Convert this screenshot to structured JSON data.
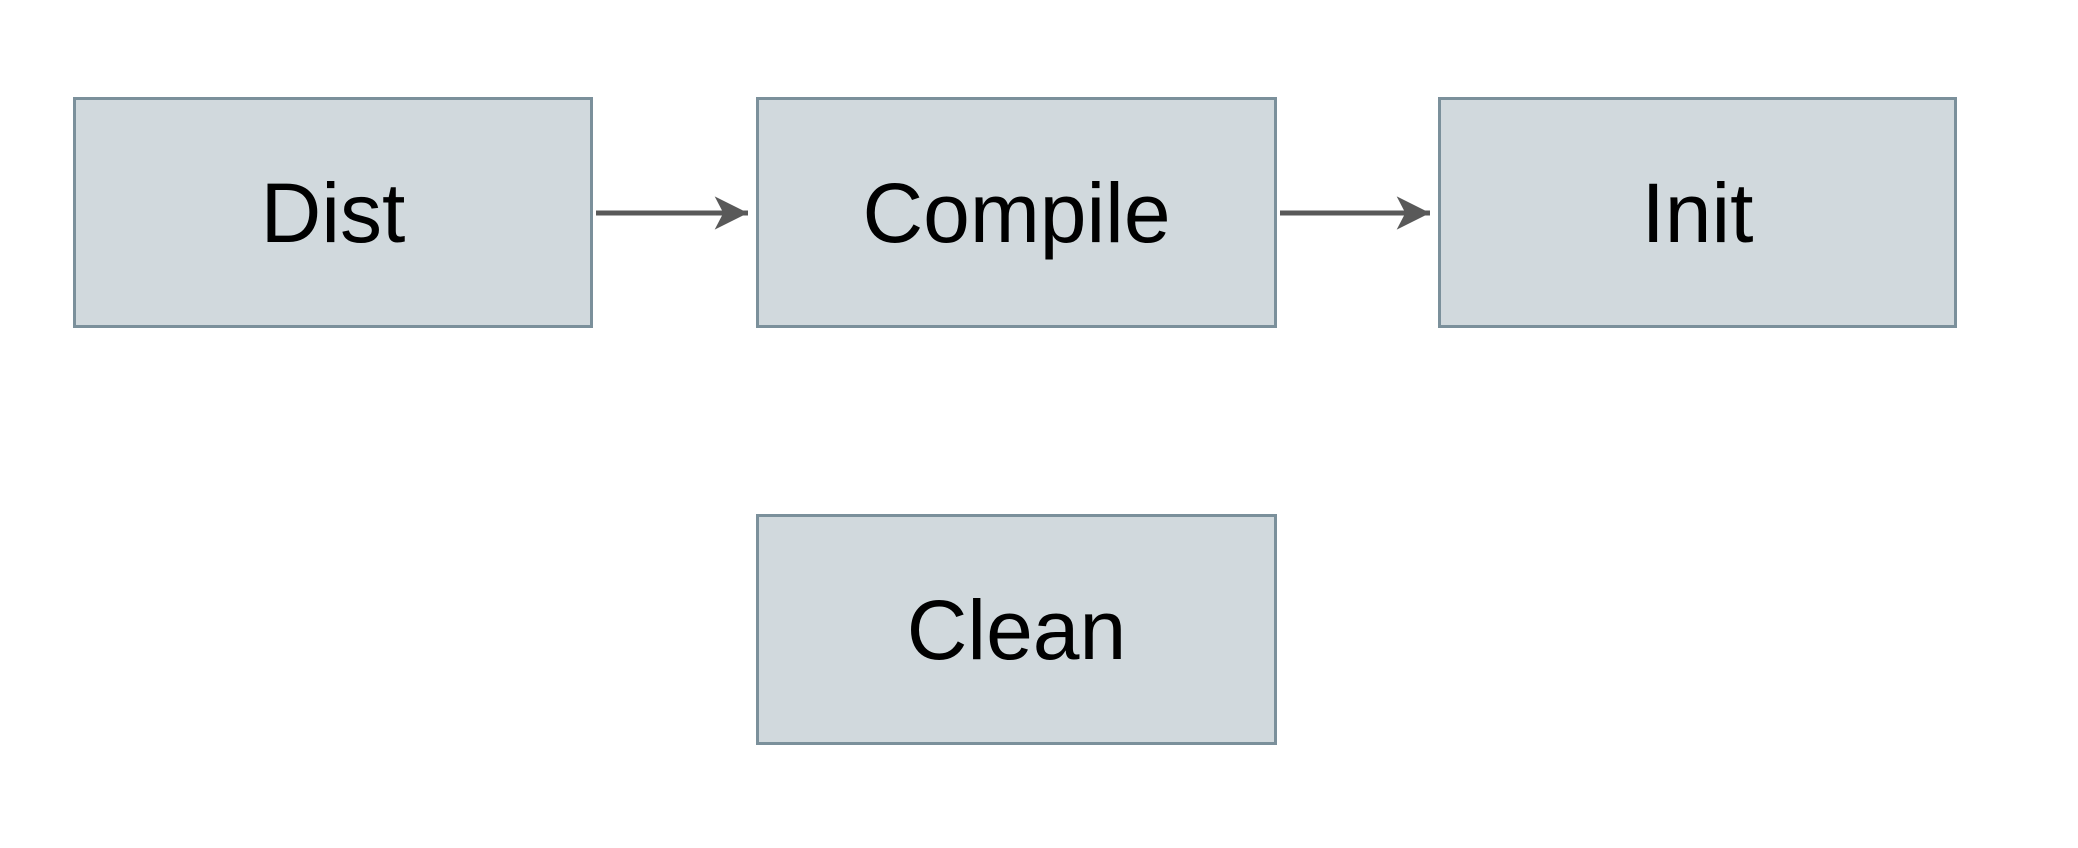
{
  "diagram": {
    "type": "flowchart",
    "background_color": "#ffffff",
    "node_fill_color": "#d1d9dd",
    "node_border_color": "#7b909b",
    "node_text_color": "#000000",
    "arrow_color": "#595959",
    "nodes": {
      "dist": {
        "label": "Dist"
      },
      "compile": {
        "label": "Compile"
      },
      "init": {
        "label": "Init"
      },
      "clean": {
        "label": "Clean"
      }
    },
    "edges": [
      {
        "from": "Dist",
        "to": "Compile",
        "style": "solid-arrow"
      },
      {
        "from": "Compile",
        "to": "Init",
        "style": "solid-arrow"
      }
    ]
  }
}
